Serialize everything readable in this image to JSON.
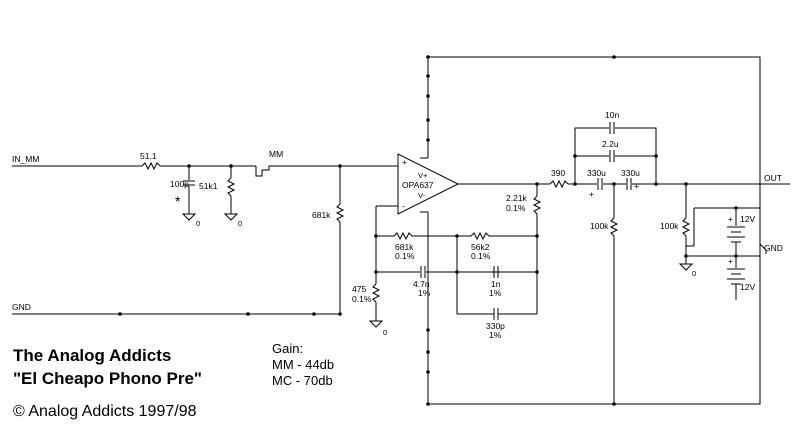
{
  "title": {
    "line1": "The Analog Addicts",
    "line2": "\"El Cheapo Phono Pre\""
  },
  "gain": {
    "heading": "Gain:",
    "mm": "MM - 44db",
    "mc": "MC - 70db"
  },
  "copyright": "© Analog Addicts 1997/98",
  "labels": {
    "in_mm": "IN_MM",
    "gnd_left": "GND",
    "out": "OUT",
    "gnd_right": "GND",
    "mm_switch": "MM",
    "r_51_1": "51.1",
    "c_100p": "100p",
    "r_51k1": "51k1",
    "r_681k": "681k",
    "r_475": "475",
    "r_475_tol": "0.1%",
    "opamp_name": "OPA637",
    "opamp_vplus": "V+",
    "opamp_vminus": "V-",
    "opamp_in_plus": "+",
    "opamp_in_minus": "-",
    "r_681k_fb": "681k",
    "r_681k_fb_tol": "0.1%",
    "r_56k2": "56k2",
    "r_56k2_tol": "0.1%",
    "c_4_7n": "4.7n",
    "c_4_7n_tol": "1%",
    "c_1n": "1n",
    "c_1n_tol": "1%",
    "c_330p": "330p",
    "c_330p_tol": "1%",
    "r_2_21k": "2.21k",
    "r_2_21k_tol": "0.1%",
    "r_390": "390",
    "c_330u_a": "330u",
    "c_330u_b": "330u",
    "c_10n": "10n",
    "c_2_2u": "2.2u",
    "r_100k_a": "100k",
    "r_100k_b": "100k",
    "batt_top": "12V",
    "batt_bot": "12V",
    "gnd_0_a": "0",
    "gnd_0_b": "0",
    "gnd_0_c": "0",
    "gnd_0_d": "0",
    "plus_a": "+",
    "plus_b": "+",
    "plus_c": "+",
    "plus_d": "+",
    "asterisk": "*"
  }
}
